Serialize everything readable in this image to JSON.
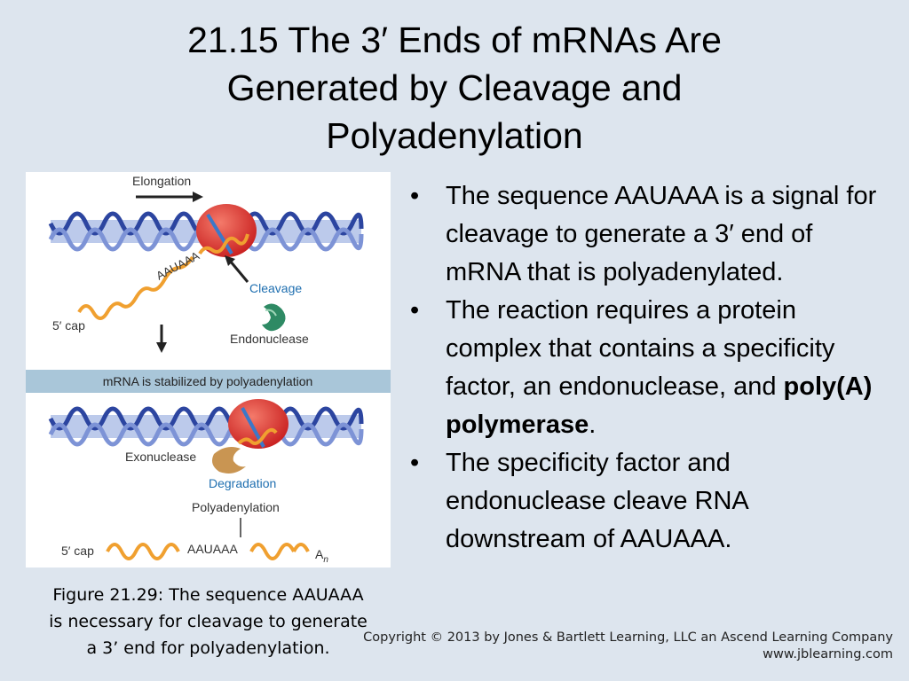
{
  "title": {
    "line1": "21.15  The 3′ Ends of mRNAs Are",
    "line2": "Generated by Cleavage and",
    "line3": "Polyadenylation"
  },
  "figure": {
    "elongation": "Elongation",
    "aauaaa_top": "AAUAAA",
    "cleavage": "Cleavage",
    "five_cap_top": "5′ cap",
    "endonuclease": "Endonuclease",
    "banner": "mRNA is stabilized by polyadenylation",
    "exonuclease": "Exonuclease",
    "degradation": "Degradation",
    "polyadenylation": "Polyadenylation",
    "five_cap_bottom": "5′ cap",
    "aauaaa_bottom": "AAUAAA",
    "poly_a_tail": "A",
    "poly_a_sub": "n",
    "colors": {
      "dna": "#4a66b8",
      "rna": "#f0a030",
      "polymerase": "#e53a3a",
      "endonuclease": "#2e8a64",
      "exonuclease": "#c99552",
      "label_blue": "#1f6fb0",
      "banner": "#a9c6d9"
    }
  },
  "caption": {
    "line1": "Figure 21.29: The sequence AAUAAA",
    "line2": "is necessary for cleavage to generate",
    "line3": "a 3’ end for polyadenylation."
  },
  "bullets": {
    "mark": "•",
    "b1": "The sequence AAUAAA is a signal for cleavage to generate a 3′ end of mRNA that is polyadenylated.",
    "b2_pre": "The reaction requires a protein complex that contains a specificity factor, an endonuclease, and ",
    "b2_bold": "poly(A) polymerase",
    "b2_post": ".",
    "b3": "The specificity factor and endonuclease cleave RNA downstream of AAUAAA."
  },
  "copyright": {
    "line1": "Copyright © 2013 by Jones & Bartlett Learning, LLC an Ascend Learning Company",
    "line2": "www.jblearning.com"
  }
}
